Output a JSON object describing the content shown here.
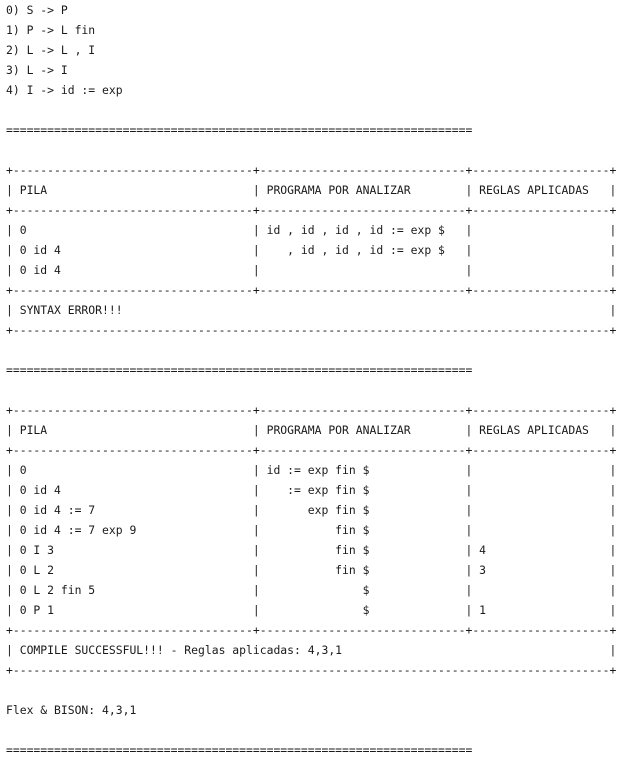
{
  "terminal": {
    "lines": [
      "0) S -> P",
      "1) P -> L fin",
      "2) L -> L , I",
      "3) L -> I",
      "4) I -> id := exp",
      "",
      "====================================================================",
      "",
      "+-----------------------------------+------------------------------+--------------------+",
      "| PILA                              | PROGRAMA POR ANALIZAR        | REGLAS APLICADAS   |",
      "+-----------------------------------+------------------------------+--------------------+",
      "| 0                                 | id , id , id , id := exp $   |                    |",
      "| 0 id 4                            |    , id , id , id := exp $   |                    |",
      "| 0 id 4                            |                              |                    |",
      "+-----------------------------------+------------------------------+--------------------+",
      "| SYNTAX ERROR!!!                                                                       |",
      "+---------------------------------------------------------------------------------------+",
      "",
      "====================================================================",
      "",
      "+-----------------------------------+------------------------------+--------------------+",
      "| PILA                              | PROGRAMA POR ANALIZAR        | REGLAS APLICADAS   |",
      "+-----------------------------------+------------------------------+--------------------+",
      "| 0                                 | id := exp fin $              |                    |",
      "| 0 id 4                            |    := exp fin $              |                    |",
      "| 0 id 4 := 7                       |       exp fin $              |                    |",
      "| 0 id 4 := 7 exp 9                 |           fin $              |                    |",
      "| 0 I 3                             |           fin $              | 4                  |",
      "| 0 L 2                             |           fin $              | 3                  |",
      "| 0 L 2 fin 5                       |               $              |                    |",
      "| 0 P 1                             |               $              | 1                  |",
      "+-----------------------------------+------------------------------+--------------------+",
      "| COMPILE SUCCESSFUL!!! - Reglas aplicadas: 4,3,1                                       |",
      "+---------------------------------------------------------------------------------------+",
      "",
      "Flex & BISON: 4,3,1",
      "",
      "===================================================================="
    ]
  }
}
